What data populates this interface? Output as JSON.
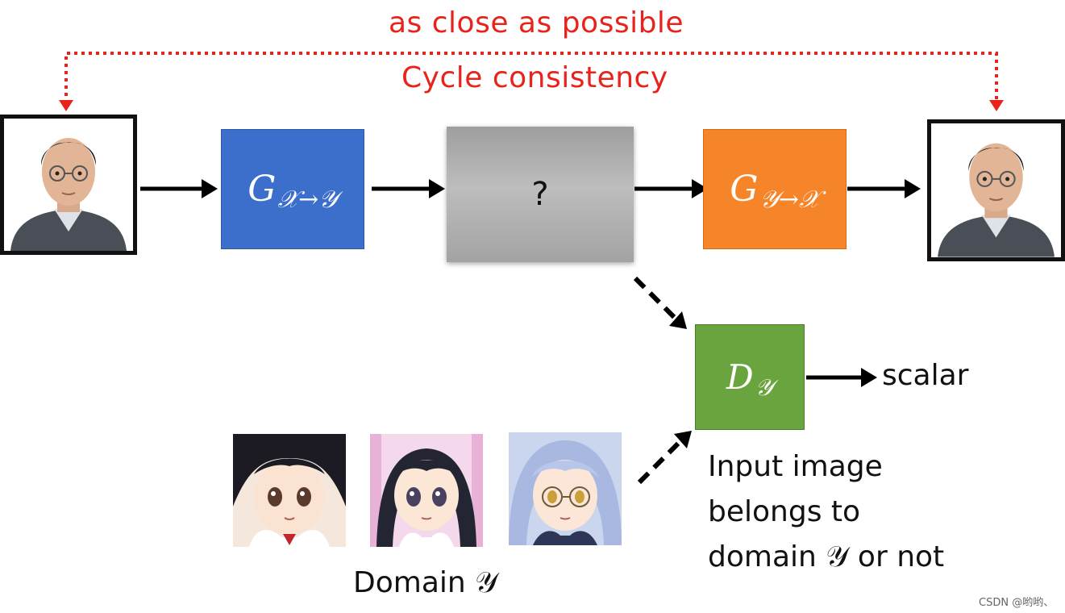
{
  "top_label": "as close as possible",
  "cycle_label": "Cycle consistency",
  "generator_xy": {
    "symbol": "G",
    "subscript": "𝒳→𝒴"
  },
  "intermediate": {
    "text": "?"
  },
  "generator_yx": {
    "symbol": "G",
    "subscript": "𝒴→𝒳"
  },
  "discriminator": {
    "symbol": "D",
    "subscript": "𝒴"
  },
  "output_label": "scalar",
  "description": [
    "Input image",
    "belongs to",
    "domain 𝒴 or not"
  ],
  "domain_caption": "Domain 𝒴",
  "watermark": "CSDN @哟哟、",
  "colors": {
    "red": "#e8231c",
    "blue": "#3c6ecb",
    "orange": "#f58528",
    "green": "#6aa43f",
    "gray": "#a8a8a8"
  }
}
